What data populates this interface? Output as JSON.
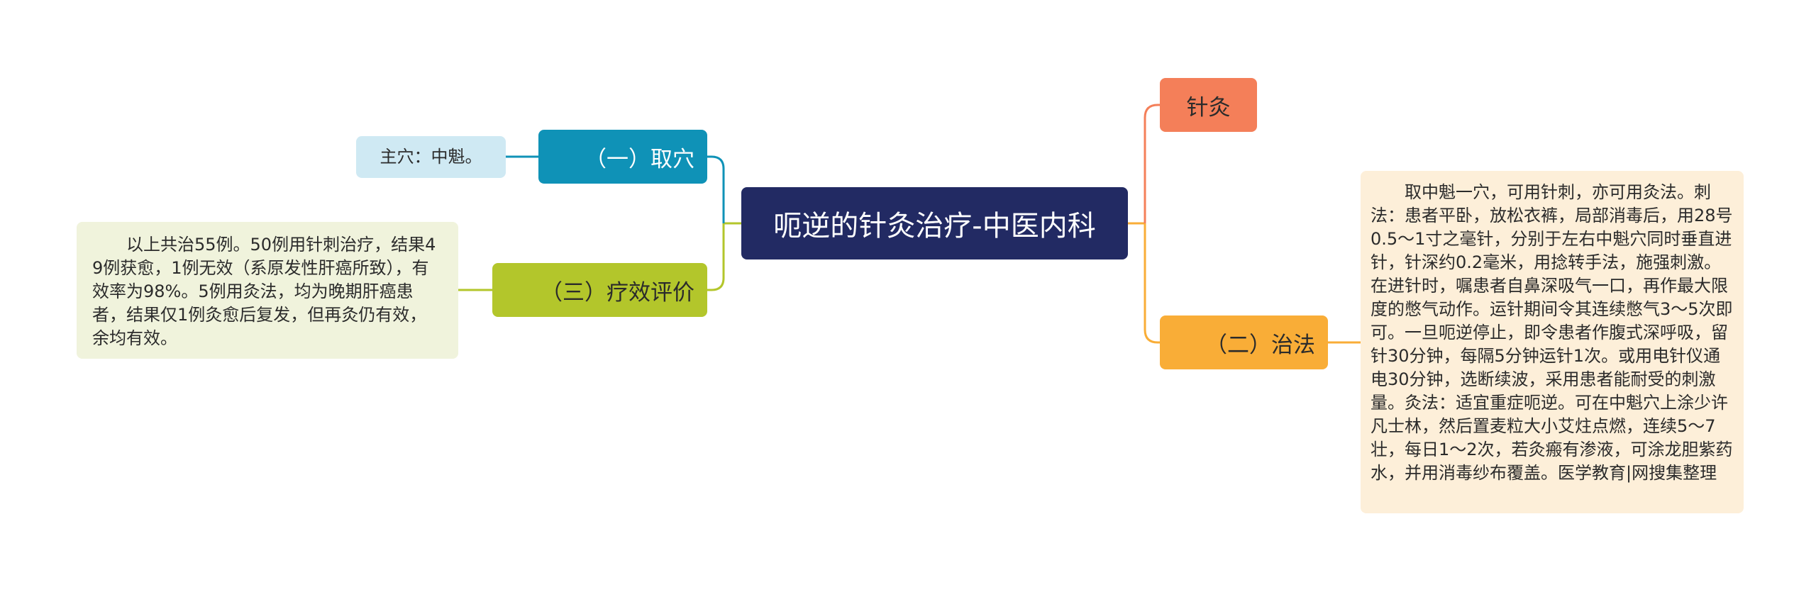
{
  "root": {
    "title": "呃逆的针灸治疗-中医内科"
  },
  "branches": {
    "quxue": {
      "label": "（一）取穴",
      "leaf": "主穴：中魁。"
    },
    "liaoxiao": {
      "label": "（三）疗效评价",
      "leaf": "以上共治55例。50例用针刺治疗，结果49例获愈，1例无效（系原发性肝癌所致），有效率为98%。5例用灸法，均为晚期肝癌患者，结果仅1例灸愈后复发，但再灸仍有效，余均有效。"
    },
    "zhenjiu": {
      "label": "针灸"
    },
    "zhifa": {
      "label": "（二）治法",
      "leaf": "取中魁一穴，可用针刺，亦可用灸法。刺法：患者平卧，放松衣裤，局部消毒后，用28号0.5～1寸之毫针，分别于左右中魁穴同时垂直进针，针深约0.2毫米，用捻转手法，施强刺激。在进针时，嘱患者自鼻深吸气一口，再作最大限度的憋气动作。运针期间令其连续憋气3～5次即可。一旦呃逆停止，即令患者作腹式深呼吸，留针30分钟，每隔5分钟运针1次。或用电针仪通电30分钟，选断续波，采用患者能耐受的刺激量。灸法：适宜重症呃逆。可在中魁穴上涂少许凡士林，然后置麦粒大小艾炷点燃，连续5～7壮，每日1～2次，若灸瘢有渗液，可涂龙胆紫药水，并用消毒纱布覆盖。医学教育|网搜集整理"
    }
  },
  "colors": {
    "root": "#222a63",
    "quxue": "#0f92b7",
    "liaoxiao": "#b3c62b",
    "zhenjiu": "#f47f59",
    "zhifa": "#f9ad37",
    "quxue_leaf_bg": "#cfe9f3",
    "liaoxiao_leaf_bg": "#f0f3dc",
    "zhifa_leaf_bg": "#fdefd9"
  }
}
